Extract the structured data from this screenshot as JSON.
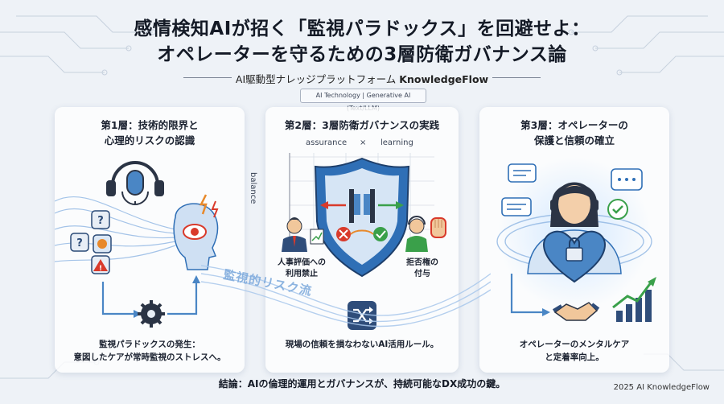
{
  "header": {
    "title_line1": "感情検知AIが招く「監視パラドックス」を回避せよ：",
    "title_line2": "オペレーターを守るための3層防衛ガバナンス論",
    "subtitle_prefix": "AI駆動型ナレッジプラットフォーム",
    "subtitle_brand": "KnowledgeFlow",
    "tag": "AI Technology | Generative AI (Text/LLM)"
  },
  "panels": {
    "left": {
      "title_line1": "第1層：技術的限界と",
      "title_line2": "心理的リスクの認識",
      "caption_line1": "監視パラドックスの発生：",
      "caption_line2": "意図したケアが常時監視のストレスへ。"
    },
    "center": {
      "title": "第2層：3層防衛ガバナンスの実践",
      "axis_top_left": "assurance",
      "axis_top_sep": "×",
      "axis_top_right": "learning",
      "axis_side": "balance",
      "label_left_line1": "人事評価への",
      "label_left_line2": "利用禁止",
      "label_right_line1": "拒否権の",
      "label_right_line2": "付与",
      "caption": "現場の信頼を損なわないAI活用ルール。"
    },
    "right": {
      "title_line1": "第3層：オペレーターの",
      "title_line2": "保護と信頼の確立",
      "caption_line1": "オペレーターのメンタルケア",
      "caption_line2": "と定着率向上。"
    }
  },
  "flow_label": "監視的リスク流",
  "conclusion": "結論：AIの倫理的運用とガバナンスが、持続可能なDX成功の鍵。",
  "footer": "2025 AI KnowledgeFlow",
  "colors": {
    "accent_blue": "#2f6fb6",
    "alert_red": "#d93a2b",
    "safe_green": "#3aa04a",
    "warning_orange": "#e8892b"
  }
}
